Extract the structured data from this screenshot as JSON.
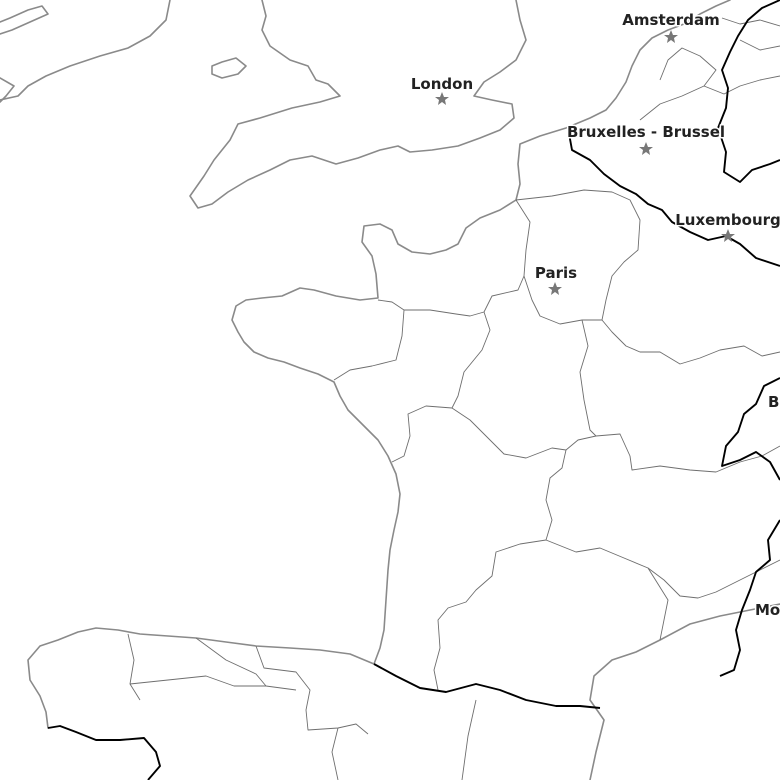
{
  "map": {
    "cities": [
      {
        "id": "london",
        "name": "London"
      },
      {
        "id": "paris",
        "name": "Paris"
      },
      {
        "id": "amsterdam",
        "name": "Amsterdam"
      },
      {
        "id": "brussels",
        "name": "Bruxelles - Brussel"
      },
      {
        "id": "luxembourg",
        "name": "Luxembourg"
      },
      {
        "id": "bern-partial",
        "name": "B"
      },
      {
        "id": "monaco-partial",
        "name": "Mo"
      }
    ],
    "colors": {
      "background": "#ffffff",
      "coastline": "#8a8a8a",
      "region_border": "#6e6e6e",
      "country_border": "#000000",
      "label": "#222222",
      "capital_marker": "#777777"
    },
    "marker_icon": "star-icon"
  }
}
